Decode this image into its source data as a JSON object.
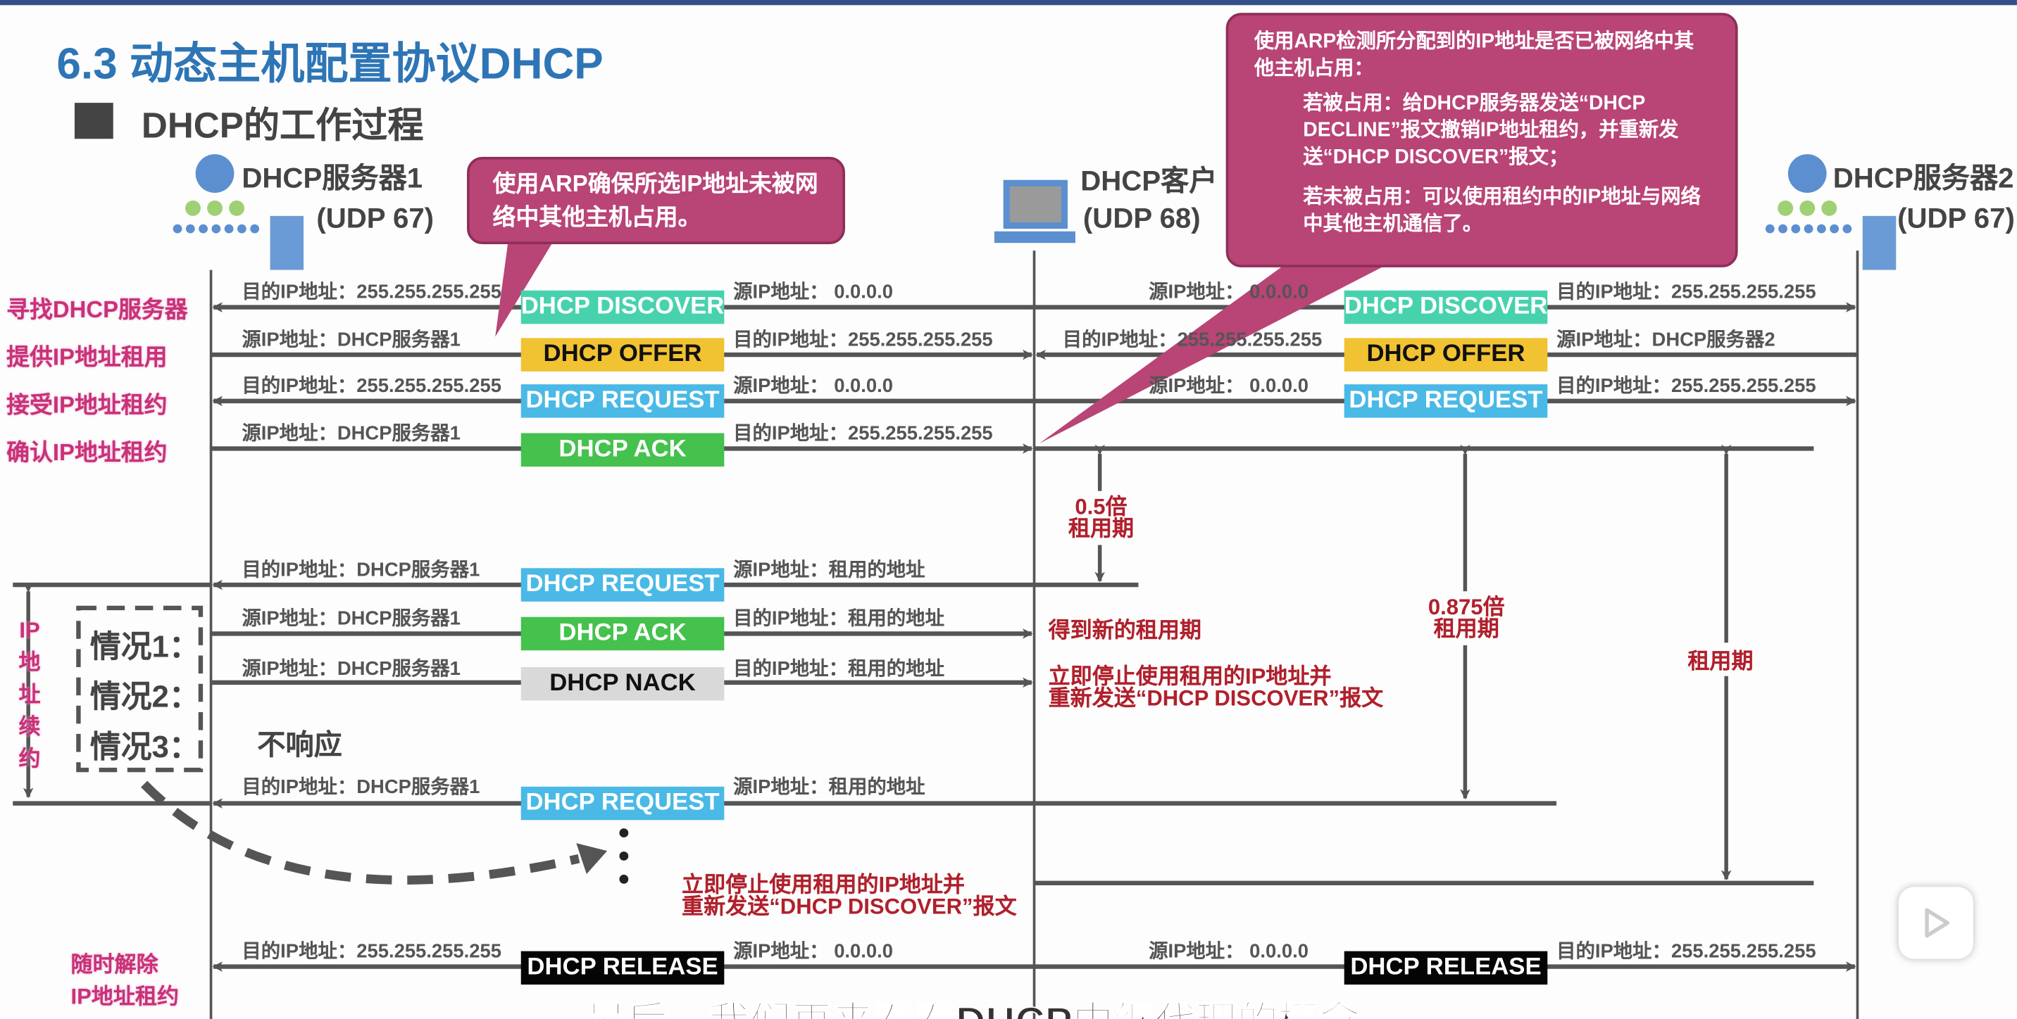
{
  "title": "6.3 动态主机配置协议DHCP",
  "section": "DHCP的工作过程",
  "nodes": {
    "server1": {
      "name": "DHCP服务器1",
      "port": "(UDP 67)"
    },
    "client": {
      "name": "DHCP客户",
      "port": "(UDP 68)"
    },
    "server2": {
      "name": "DHCP服务器2",
      "port": "(UDP 67)"
    }
  },
  "callouts": {
    "arp_server": "使用ARP确保所选IP地址未被网络中其他主机占用。",
    "arp_client_1": "使用ARP检测所分配到的IP地址是否已被网络中其他主机占用：",
    "arp_client_2": "若被占用：给DHCP服务器发送“DHCP DECLINE”报文撤销IP地址租约，并重新发送“DHCP DISCOVER”报文；",
    "arp_client_3": "若未被占用：可以使用租约中的IP地址与网络中其他主机通信了。"
  },
  "phases": [
    "寻找DHCP服务器",
    "提供IP地址租用",
    "接受IP地址租约",
    "确认IP地址租约"
  ],
  "messages": {
    "discover": "DHCP DISCOVER",
    "offer": "DHCP OFFER",
    "request": "DHCP REQUEST",
    "ack": "DHCP ACK",
    "nack": "DHCP NACK",
    "release": "DHCP RELEASE"
  },
  "addr": {
    "dst_bcast": "目的IP地址：255.255.255.255",
    "src_zero": "源IP地址：   0.0.0.0",
    "src_s1": "源IP地址：DHCP服务器1",
    "src_s2": "源IP地址：DHCP服务器2",
    "dst_s1": "目的IP地址：DHCP服务器1",
    "src_leased": "源IP地址：租用的地址",
    "dst_leased": "目的IP地址：租用的地址"
  },
  "renewal": {
    "label": [
      "IP",
      "地",
      "址",
      "续",
      "约"
    ],
    "case1": "情况1：",
    "case2": "情况2：",
    "case3": "情况3：",
    "no_response": "不响应",
    "new_lease": "得到新的租用期",
    "stop_1": "立即停止使用租用的IP地址并",
    "stop_2": "重新发送“DHCP DISCOVER”报文"
  },
  "timers": {
    "t1": [
      "0.5倍",
      "租用期"
    ],
    "t2": [
      "0.875倍",
      "租用期"
    ],
    "lease": "租用期"
  },
  "release_label": [
    "随时解除",
    "IP地址租约"
  ],
  "caption": "最后，我们再来看看DHCP中继代理的概念"
}
